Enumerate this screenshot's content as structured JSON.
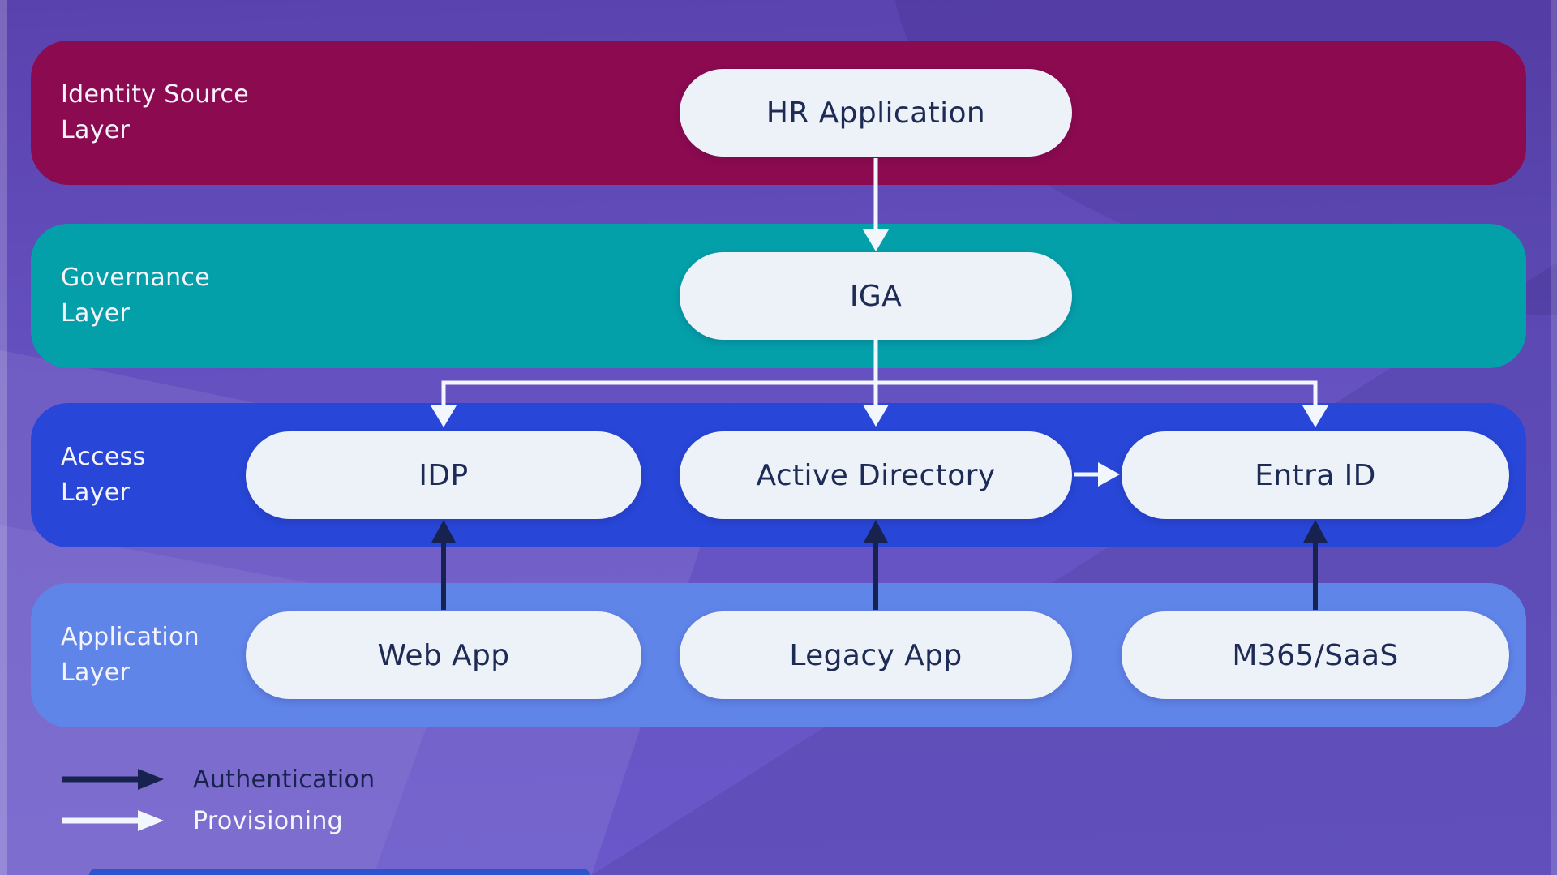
{
  "colors": {
    "background_top": "#5a42ae",
    "background_mid": "#6551c0",
    "background_bottom": "#6a58ca",
    "identity_band": "#8c0a50",
    "governance_band": "#04a0aa",
    "access_band": "#2847d8",
    "application_band": "#6085e9",
    "node_fill": "#edf1f8",
    "node_text": "#1d2b55",
    "layer_label_text": "#f5f3fb",
    "authentication_arrow": "#17224e",
    "provisioning_arrow": "#f2f7fd",
    "bottom_accent": "#2e53cf"
  },
  "layers": [
    {
      "label": "Identity Source\nLayer",
      "nodes": [
        {
          "label": "HR Application"
        }
      ]
    },
    {
      "label": "Governance\nLayer",
      "nodes": [
        {
          "label": "IGA"
        }
      ]
    },
    {
      "label": "Access\nLayer",
      "nodes": [
        {
          "label": "IDP"
        },
        {
          "label": "Active Directory"
        },
        {
          "label": "Entra ID"
        }
      ]
    },
    {
      "label": "Application\nLayer",
      "nodes": [
        {
          "label": "Web App"
        },
        {
          "label": "Legacy App"
        },
        {
          "label": "M365/SaaS"
        }
      ]
    }
  ],
  "connections": [
    {
      "from": "HR Application",
      "to": "IGA",
      "type": "Provisioning"
    },
    {
      "from": "IGA",
      "to": "IDP",
      "type": "Provisioning"
    },
    {
      "from": "IGA",
      "to": "Active Directory",
      "type": "Provisioning"
    },
    {
      "from": "IGA",
      "to": "Entra ID",
      "type": "Provisioning"
    },
    {
      "from": "Active Directory",
      "to": "Entra ID",
      "type": "Provisioning"
    },
    {
      "from": "Web App",
      "to": "IDP",
      "type": "Authentication"
    },
    {
      "from": "Legacy App",
      "to": "Active Directory",
      "type": "Authentication"
    },
    {
      "from": "M365/SaaS",
      "to": "Entra ID",
      "type": "Authentication"
    }
  ],
  "legend": {
    "items": [
      {
        "label": "Authentication"
      },
      {
        "label": "Provisioning"
      }
    ]
  }
}
